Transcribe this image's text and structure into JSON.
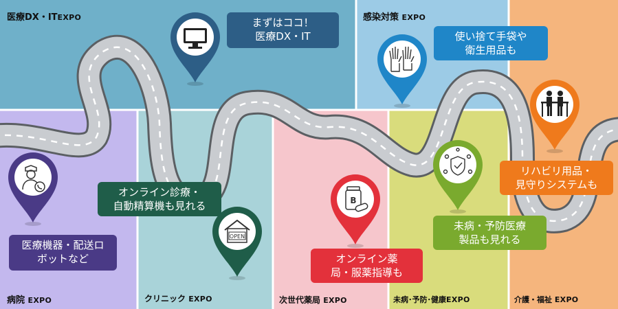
{
  "zones": {
    "medical_dx": {
      "name": "医療DX・IT",
      "expo": "EXPO",
      "color": "#6fb0c9"
    },
    "infection": {
      "name": "感染対策",
      "expo": "EXPO",
      "color": "#9ccbe6"
    },
    "hospital": {
      "name": "病院",
      "expo": "EXPO",
      "color": "#c3b8ee"
    },
    "clinic": {
      "name": "クリニック",
      "expo": "EXPO",
      "color": "#a9d3d9"
    },
    "pharmacy": {
      "name": "次世代薬局",
      "expo": "EXPO",
      "color": "#f6c6cc"
    },
    "prevention": {
      "name": "未病･予防･健康",
      "expo": "EXPO",
      "color": "#d9dc7c"
    },
    "care": {
      "name": "介護・福祉",
      "expo": "EXPO",
      "color": "#f5b57d"
    }
  },
  "callouts": {
    "medical_dx": {
      "text": "まずはココ！\n医療DX・IT",
      "color": "#2d5e86"
    },
    "infection": {
      "text": "使い捨て手袋や\n衛生用品も",
      "color": "#1f86c8"
    },
    "hospital": {
      "text": "医療機器・配送ロ\nボットなど",
      "color": "#4a3a86"
    },
    "clinic": {
      "text": "オンライン診療・\n自動精算機も見れる",
      "color": "#1f5d49"
    },
    "pharmacy": {
      "text": "オンライン薬\n局・服薬指導も",
      "color": "#e3313b"
    },
    "prevention": {
      "text": "未病・予防医療\n製品も見れる",
      "color": "#7aaa2e"
    },
    "care": {
      "text": "リハビリ用品・\n見守りシステムも",
      "color": "#ef7a1c"
    }
  },
  "pins": {
    "medical_dx": {
      "icon": "monitor-icon",
      "color": "#2d5e86"
    },
    "infection": {
      "icon": "gloves-icon",
      "color": "#1f86c8"
    },
    "hospital": {
      "icon": "nurse-phone-icon",
      "color": "#4a3a86"
    },
    "clinic": {
      "icon": "open-shop-icon",
      "color": "#1f5d49",
      "icon_text": "OPEN"
    },
    "pharmacy": {
      "icon": "medicine-icon",
      "color": "#e3313b",
      "icon_text": "B"
    },
    "prevention": {
      "icon": "shield-virus-icon",
      "color": "#7aaa2e"
    },
    "care": {
      "icon": "rehabilitation-icon",
      "color": "#ef7a1c"
    }
  }
}
